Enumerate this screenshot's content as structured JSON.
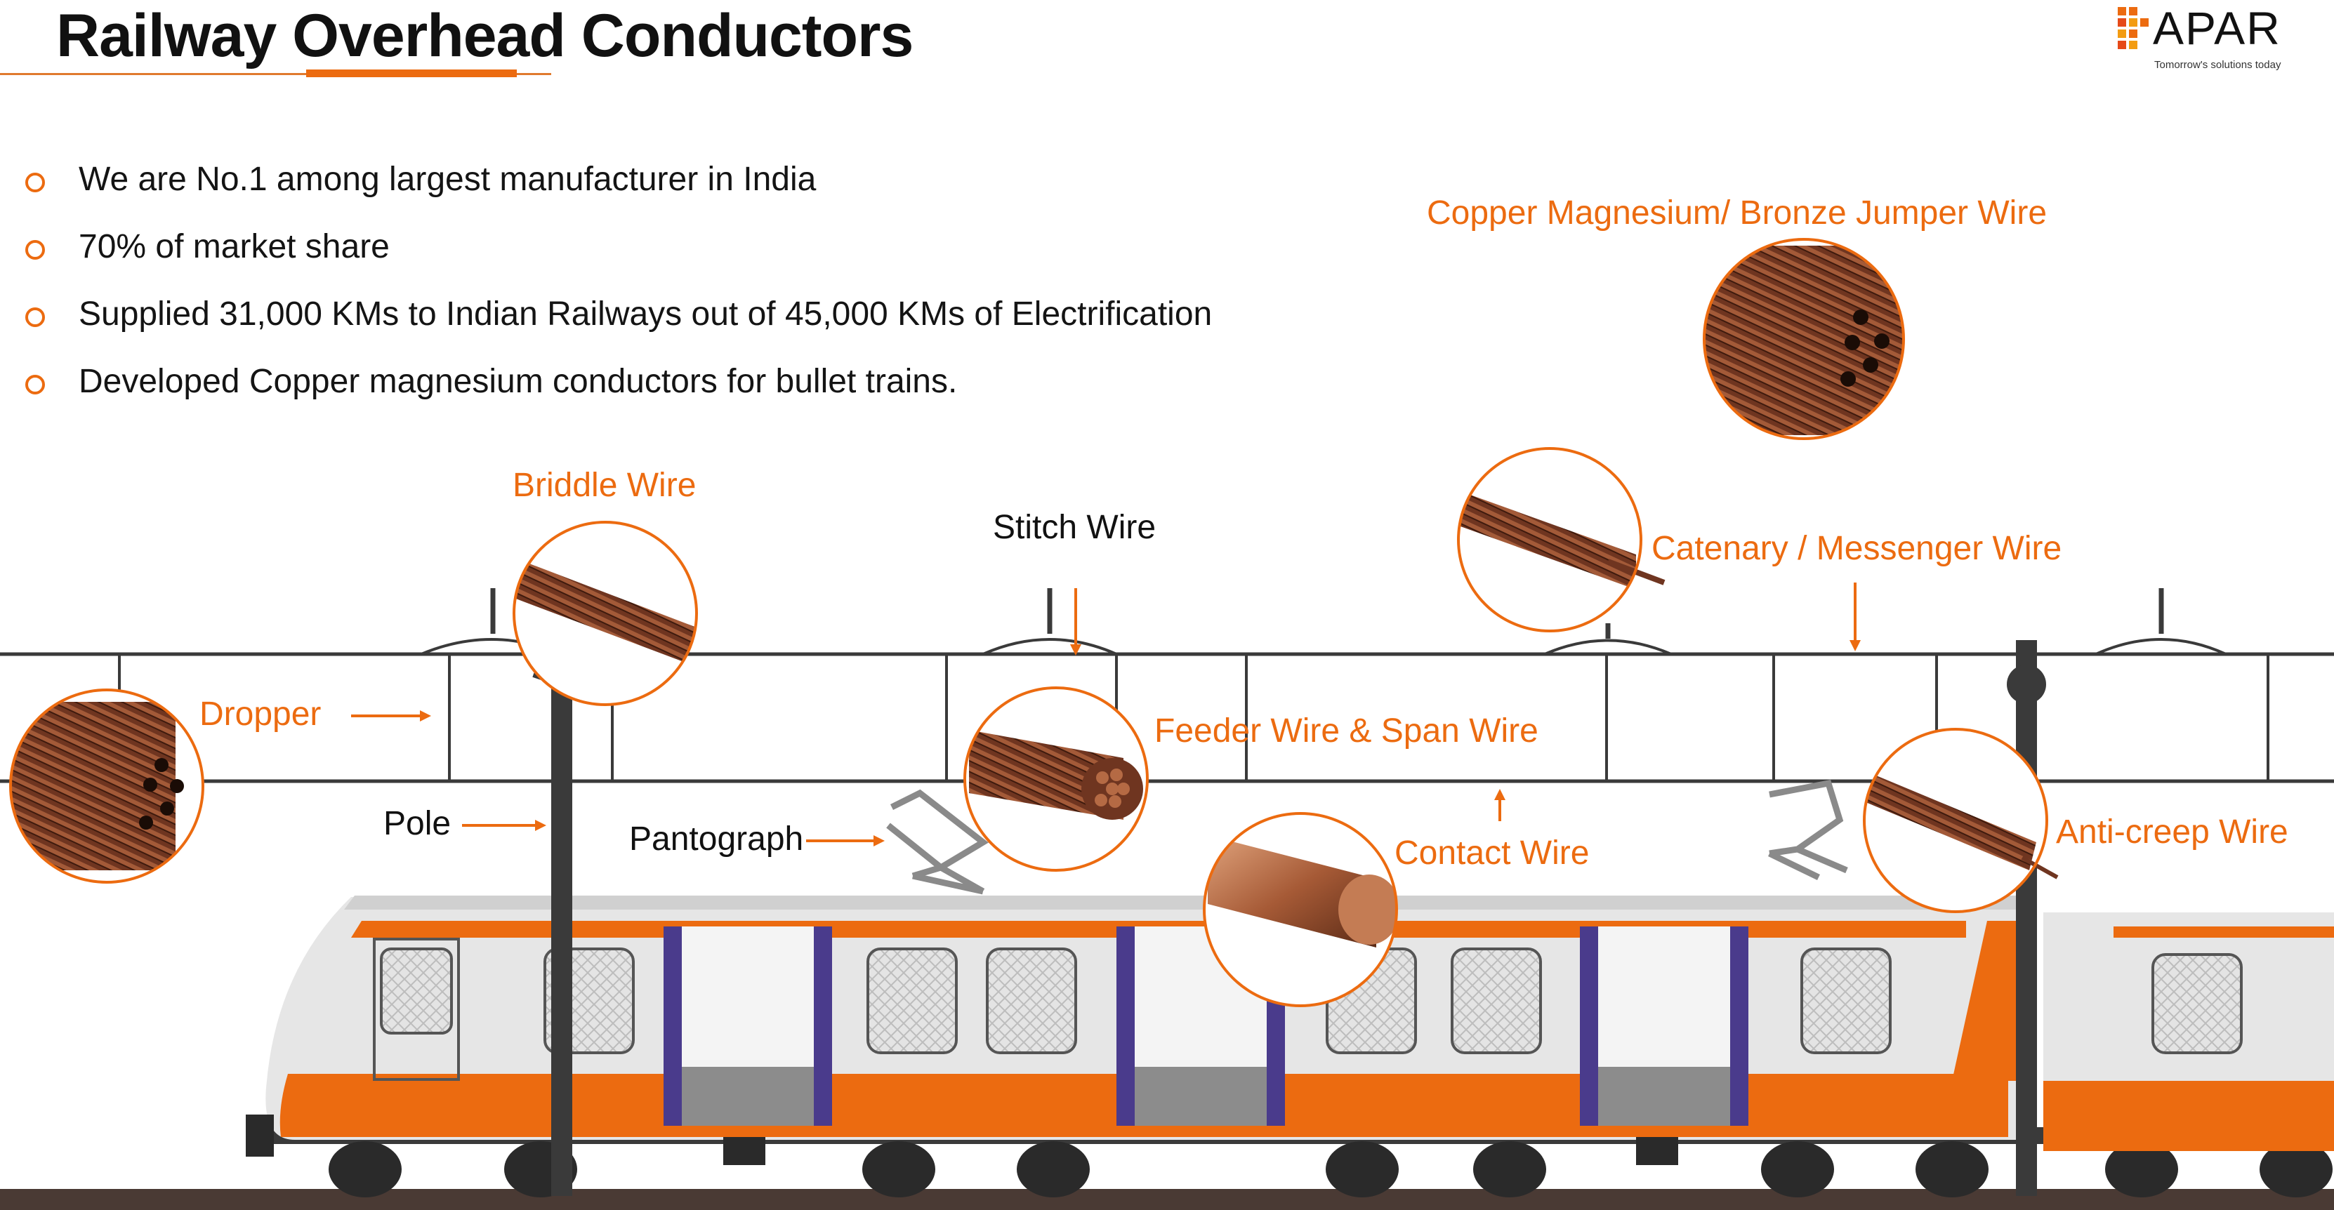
{
  "title": "Railway Overhead Conductors",
  "logo": {
    "name": "APAR",
    "tagline": "Tomorrow's solutions today"
  },
  "bullets": [
    "We are No.1 among largest manufacturer in India",
    "70% of market share",
    "Supplied 31,000 KMs to Indian Railways out of 45,000 KMs of Electrification",
    "Developed Copper magnesium conductors for bullet trains."
  ],
  "labels": {
    "jumper": "Copper Magnesium/ Bronze Jumper Wire",
    "bridle": "Briddle Wire",
    "stitch": "Stitch Wire",
    "catenary": "Catenary / Messenger Wire",
    "dropper": "Dropper",
    "feeder": "Feeder Wire & Span Wire",
    "pole": "Pole",
    "pantograph": "Pantograph",
    "contact": "Contact Wire",
    "anticreep": "Anti-creep Wire"
  },
  "colors": {
    "accent": "#ec6b10",
    "copper": "#8a4a2e",
    "train_grey": "#e6e6e6",
    "track": "#4a3a34"
  }
}
